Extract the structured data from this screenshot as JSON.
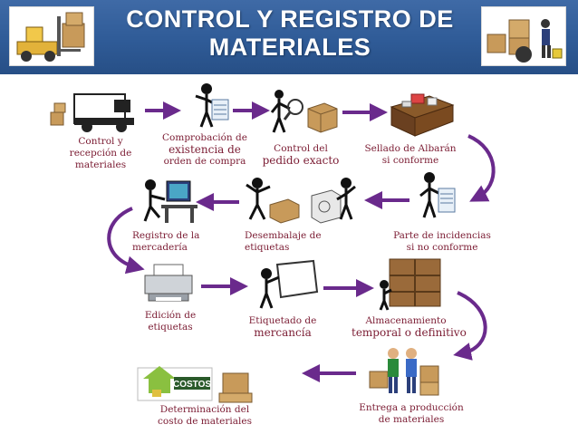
{
  "header": {
    "title_line1": "CONTROL Y REGISTRO DE",
    "title_line2": "MATERIALES"
  },
  "steps": [
    {
      "line1": "Control y",
      "line2": "recepción de",
      "line3": "materiales"
    },
    {
      "line1": "Comprobación de",
      "line2": "existencia de",
      "line3": "orden de compra"
    },
    {
      "line1": "Control del",
      "line2": "pedido exacto"
    },
    {
      "line1": "Sellado de Albarán",
      "line2": "si conforme"
    },
    {
      "line1": "Parte de incidencias",
      "line2": "si no conforme"
    },
    {
      "line1": "Desembalaje de",
      "line2": "etiquetas"
    },
    {
      "line1": "Registro de la",
      "line2": "mercadería"
    },
    {
      "line1": "Edición de",
      "line2": "etiquetas"
    },
    {
      "line1": "Etiquetado de",
      "line2": "mercancía"
    },
    {
      "line1": "Almacenamiento",
      "line2": "temporal o definitivo"
    },
    {
      "line1": "Entrega a producción",
      "line2": "de materiales"
    },
    {
      "line1": "Determinación del",
      "line2": "costo de materiales"
    }
  ],
  "costos_logo_text": "COSTOS",
  "colors": {
    "header": "#2f5b97",
    "arrow": "#6a2a8c",
    "label": "#7b1c33"
  },
  "icons": [
    "forklift-icon",
    "warehouse-worker-icon",
    "delivery-truck-icon",
    "document-check-icon",
    "magnifier-box-icon",
    "desk-icon",
    "report-icon",
    "unpacking-icon",
    "computer-desk-icon",
    "printer-icon",
    "labeling-icon",
    "shelves-icon",
    "workers-boxes-icon",
    "costos-logo-icon"
  ]
}
